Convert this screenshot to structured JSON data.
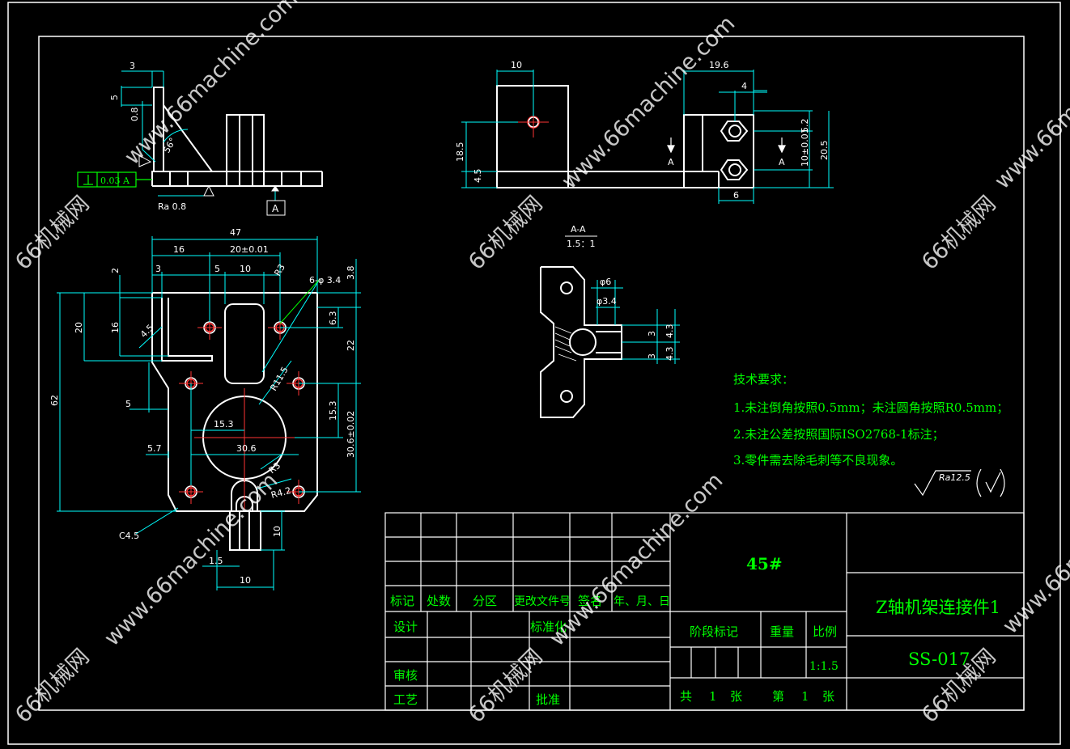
{
  "drawing": {
    "title": "Z轴机架连接件1",
    "drawing_number": "SS-017",
    "material": "45#",
    "scale": "1:1.5",
    "total_sheets": "1",
    "sheet_number": "1"
  },
  "title_block": {
    "row_labels": [
      "标记",
      "处数",
      "分区",
      "更改文件号",
      "签名",
      "年、月、日"
    ],
    "design_label": "设计",
    "standardize_label": "标准化",
    "review_label": "审核",
    "process_label": "工艺",
    "approve_label": "批准",
    "stage_label": "阶段标记",
    "weight_label": "重量",
    "scale_label": "比例",
    "gong": "共",
    "zhang": "张",
    "di": "第"
  },
  "tech_requirements": {
    "heading": "技术要求：",
    "items": [
      "1.未注倒角按照0.5mm；未注圆角按照R0.5mm；",
      "2.未注公差按照国际ISO2768-1标注；",
      "3.零件需去除毛刺等不良现象。"
    ],
    "roughness": "Ra12.5"
  },
  "section_view": {
    "label": "A-A",
    "scale": "1.5：1",
    "dims": [
      "φ6",
      "φ3.4",
      "3",
      "3",
      "4.3",
      "4.3"
    ]
  },
  "side_view": {
    "dims": [
      "3",
      "5",
      "0.8",
      "56°",
      "Ra  0.8",
      "0.03",
      "A",
      "A"
    ]
  },
  "front_view": {
    "dims": [
      "10",
      "19.6",
      "4",
      "5.2",
      "10±0.01",
      "20.5",
      "18.5",
      "4.5",
      "6",
      "A",
      "A"
    ]
  },
  "top_view": {
    "dims": [
      "47",
      "16",
      "20±0.01",
      "3",
      "5",
      "10",
      "R3",
      "6-φ 3.4",
      "3.8",
      "2",
      "20",
      "16",
      "4.5",
      "6.3",
      "22",
      "R11.5",
      "5",
      "15.3",
      "15.3",
      "30.6",
      "30.6±0.02",
      "5.7",
      "62",
      "R3",
      "R4.2",
      "C4.5",
      "10",
      "1.5",
      "10"
    ]
  },
  "watermark": {
    "url": "www.66machine.com",
    "name": "66机械网"
  }
}
